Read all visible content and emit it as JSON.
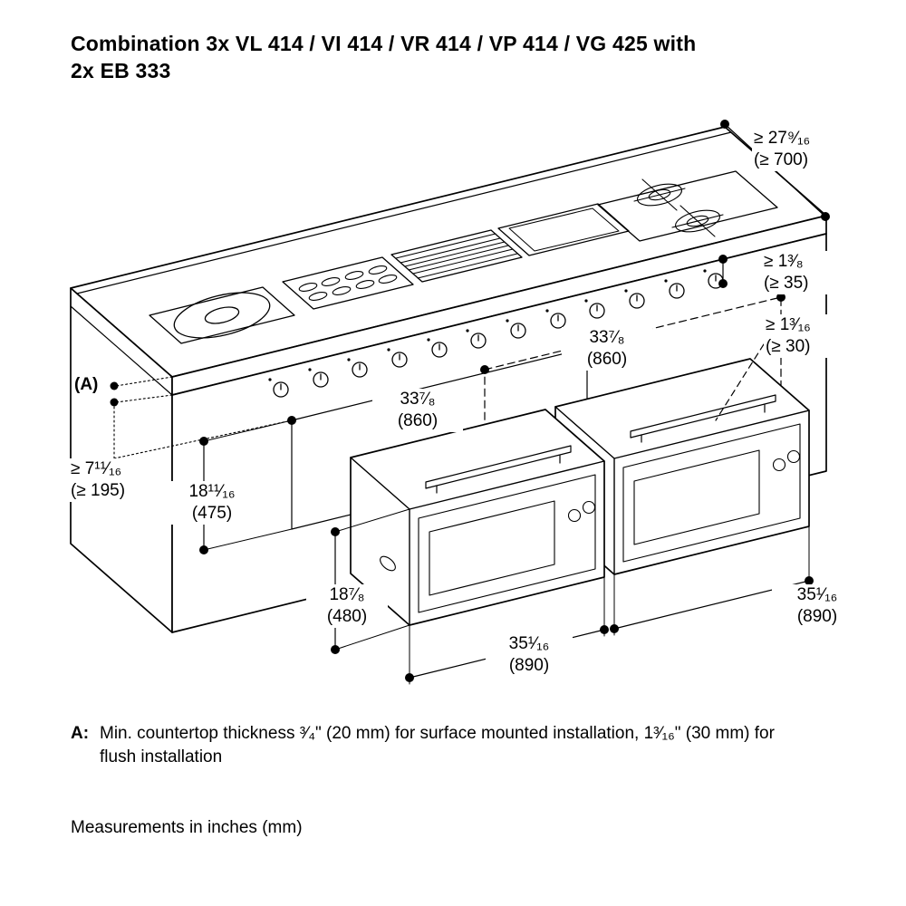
{
  "title": {
    "line1": "Combination 3x VL 414 / VI 414 / VR 414 / VP 414 / VG 425 with",
    "line2": "2x EB 333"
  },
  "diagram": {
    "marker_a": "(A)",
    "dims": {
      "counter_depth": {
        "in": "≥ 27⁹⁄₁₆",
        "mm": "(≥ 700)"
      },
      "knob_clearance": {
        "in": "≥ 1³⁄₈",
        "mm": "(≥ 35)"
      },
      "flush_clearance": {
        "in": "≥ 1³⁄₁₆",
        "mm": "(≥ 30)"
      },
      "cutout_width_right": {
        "in": "33⁷⁄₈",
        "mm": "(860)"
      },
      "cutout_width_left": {
        "in": "33⁷⁄₈",
        "mm": "(860)"
      },
      "cutout_height": {
        "in": "18¹¹⁄₁₆",
        "mm": "(475)"
      },
      "min_depth_below": {
        "in": "≥ 7¹¹⁄₁₆",
        "mm": "(≥ 195)"
      },
      "niche_height": {
        "in": "18⁷⁄₈",
        "mm": "(480)"
      },
      "drawer_width_left": {
        "in": "35¹⁄₁₆",
        "mm": "(890)"
      },
      "drawer_width_right": {
        "in": "35¹⁄₁₆",
        "mm": "(890)"
      }
    }
  },
  "footnotes": {
    "a_label": "A:",
    "a_text": "Min. countertop thickness ³⁄₄\" (20 mm) for surface mounted installation, 1³⁄₁₆\" (30 mm) for flush installation",
    "units_note": "Measurements in inches (mm)"
  },
  "colors": {
    "line": "#000000",
    "background": "#ffffff"
  }
}
